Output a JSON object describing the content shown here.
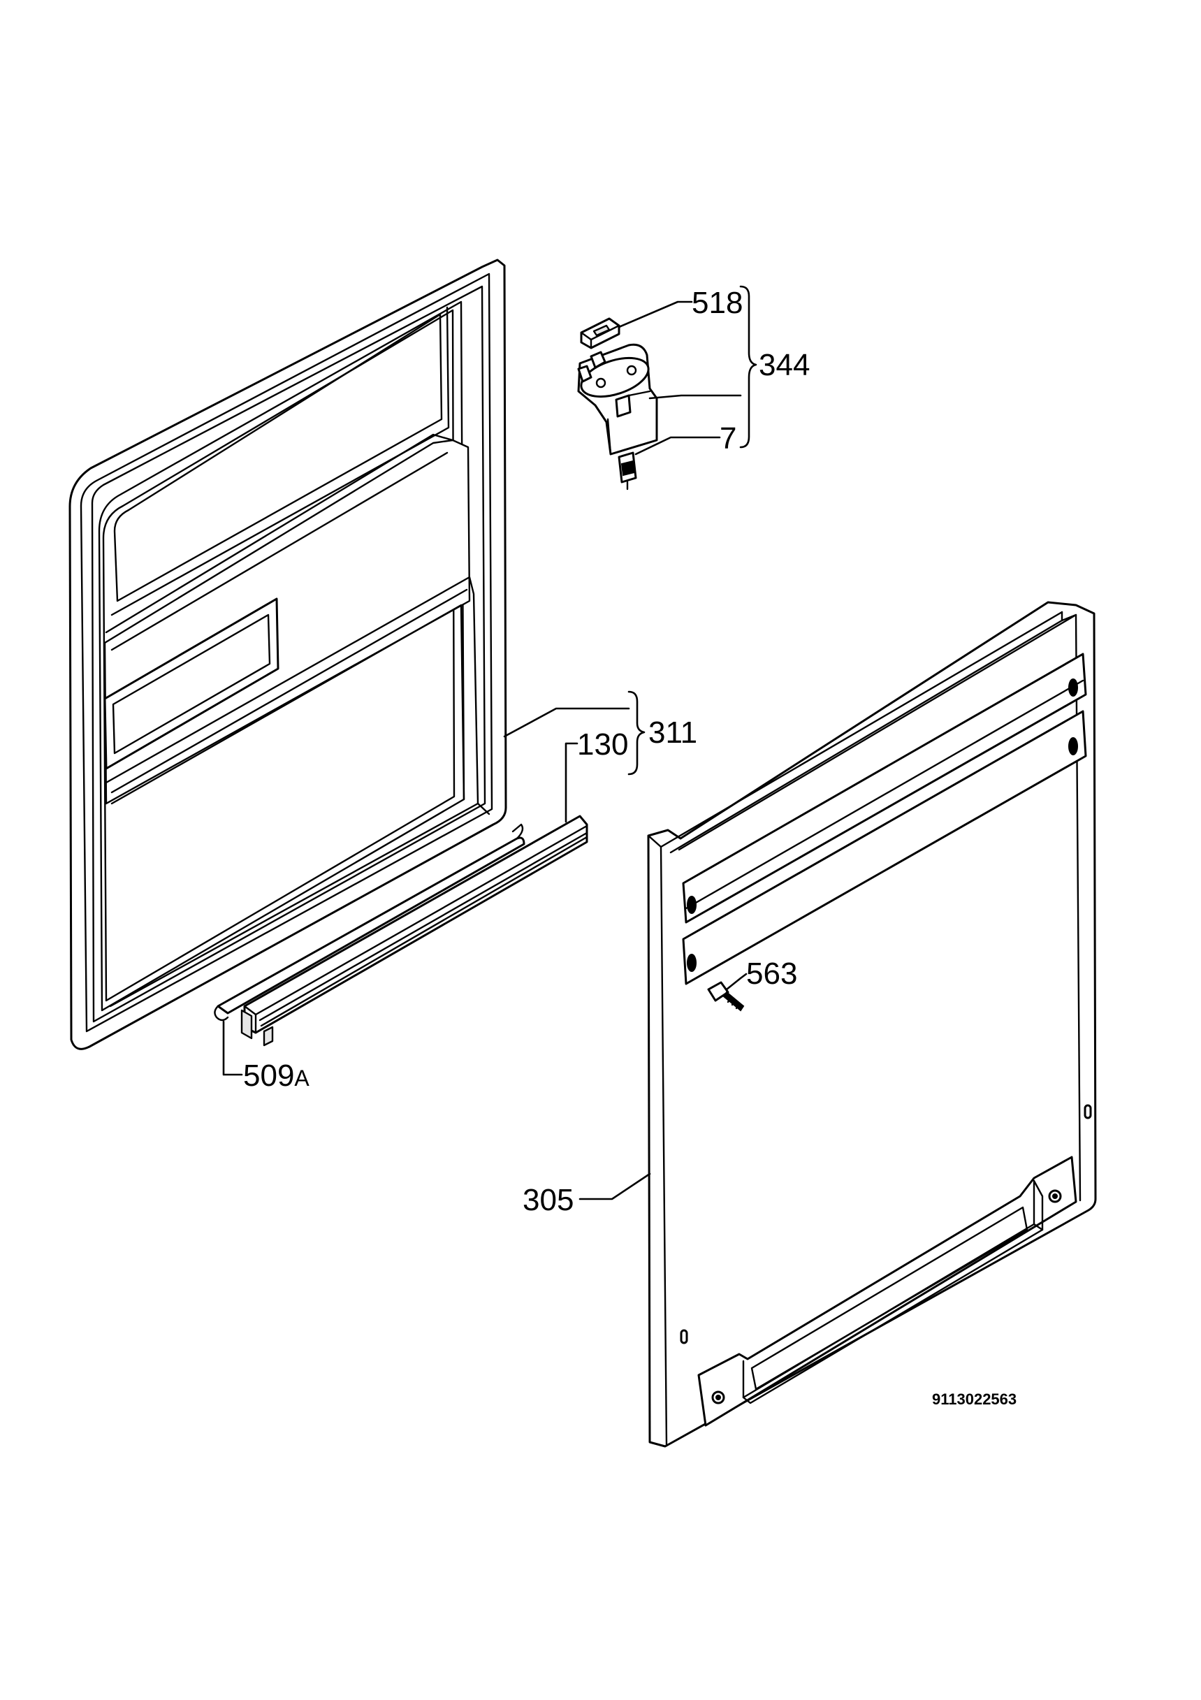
{
  "callouts": {
    "c518": "518",
    "c344": "344",
    "c7": "7",
    "c311": "311",
    "c130": "130",
    "c509": "509",
    "c509_suffix": "A",
    "c563": "563",
    "c305": "305"
  },
  "document_number": "9113022563"
}
